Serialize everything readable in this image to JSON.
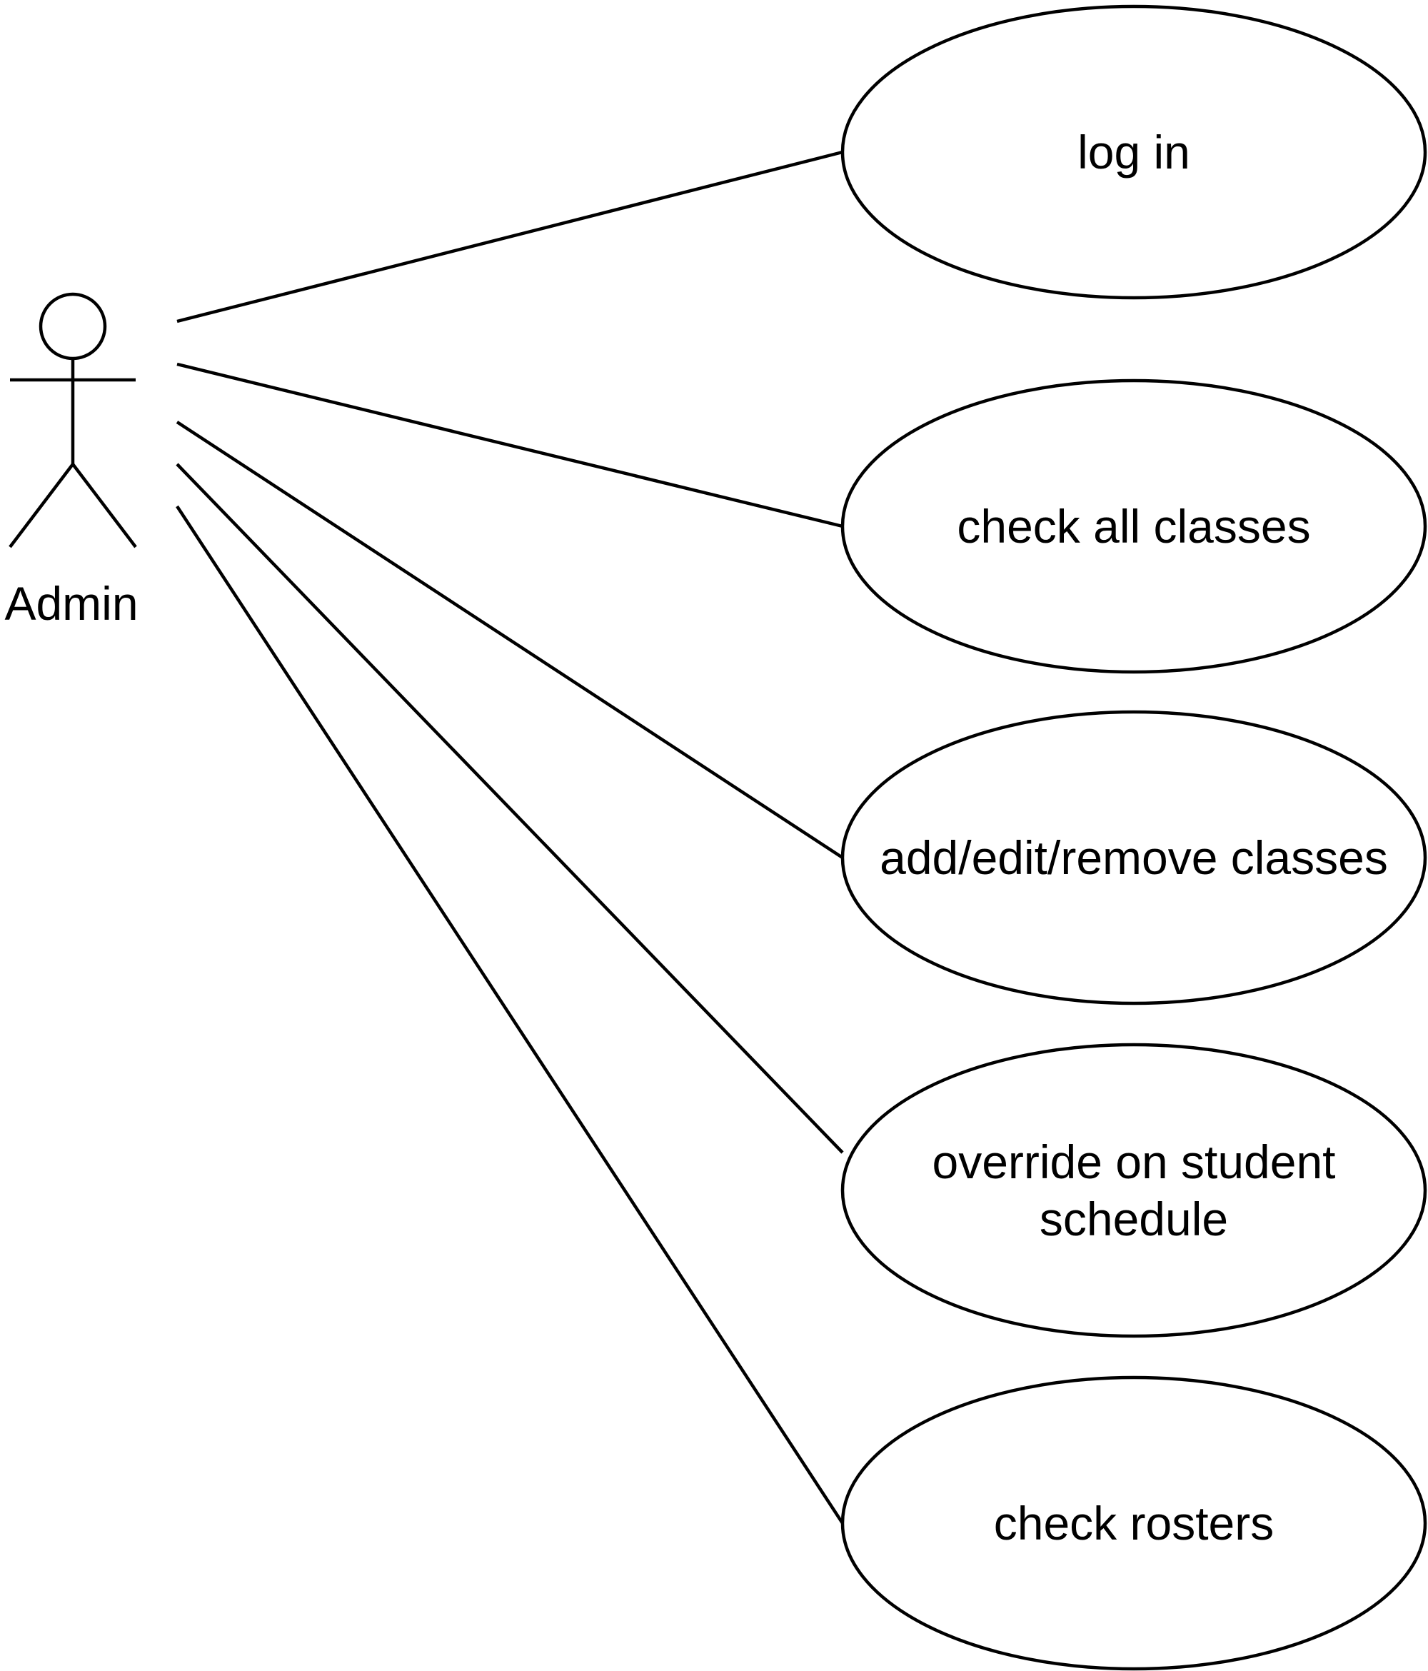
{
  "actor": {
    "name": "Admin",
    "icon": "stick-figure-icon"
  },
  "use_cases": [
    {
      "id": "log-in",
      "lines": [
        "log in"
      ]
    },
    {
      "id": "check-all-classes",
      "lines": [
        "check all classes"
      ]
    },
    {
      "id": "add-edit-remove-classes",
      "lines": [
        "add/edit/remove classes"
      ]
    },
    {
      "id": "override-on-student-schedule",
      "lines": [
        "override on student",
        "schedule"
      ]
    },
    {
      "id": "check-rosters",
      "lines": [
        "check rosters"
      ]
    }
  ],
  "colors": {
    "stroke": "#000000",
    "background": "#ffffff"
  }
}
